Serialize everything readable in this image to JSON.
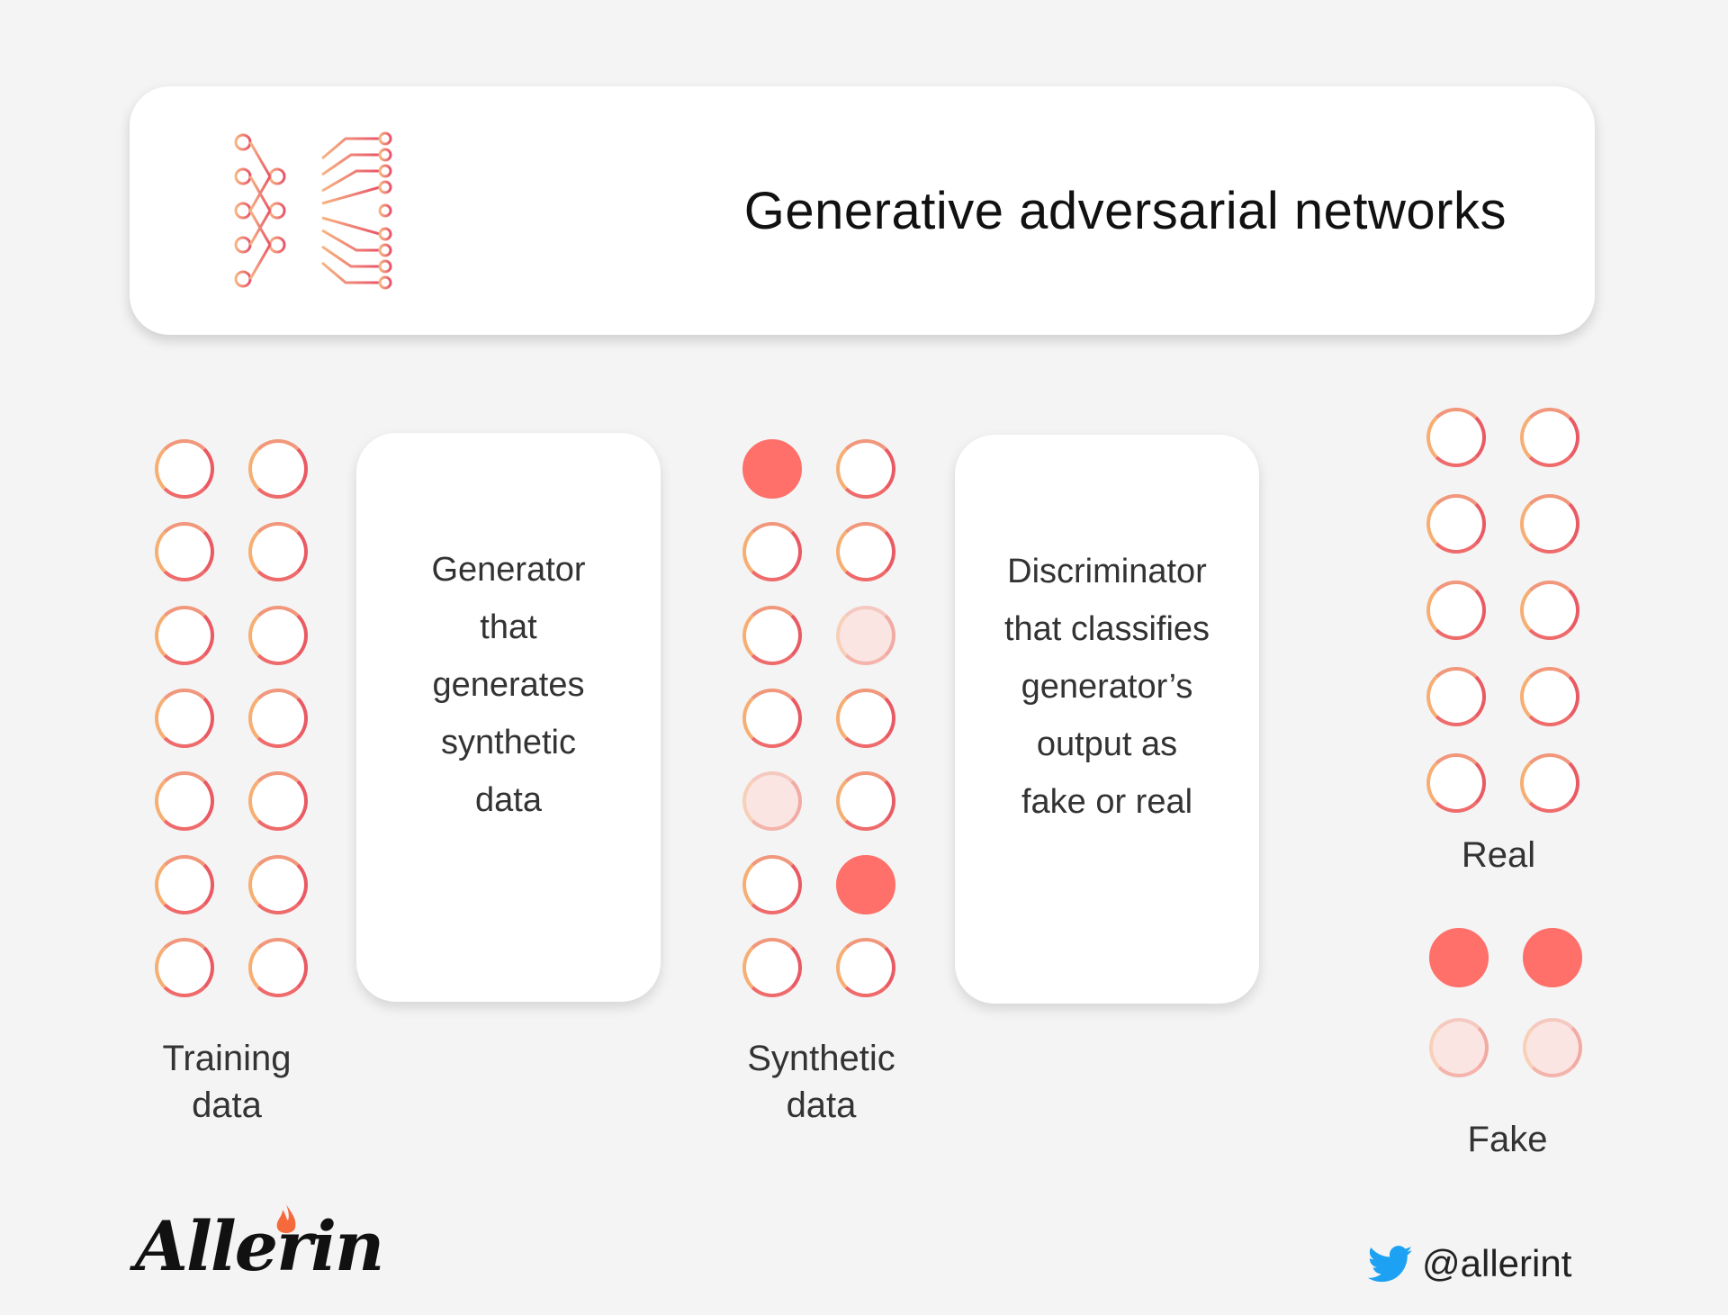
{
  "header": {
    "title": "Generative adversarial networks",
    "icon": "neural-network-circuit-icon"
  },
  "colors": {
    "accent_filled": "#fe7069",
    "accent_faded": "#fae5e2",
    "ring_orange": "#f7ae72",
    "ring_red": "#e95a63",
    "background": "#f4f4f4"
  },
  "training_data": {
    "label": "Training\ndata",
    "columns": 2,
    "cells": [
      "empty",
      "empty",
      "empty",
      "empty",
      "empty",
      "empty",
      "empty",
      "empty",
      "empty",
      "empty",
      "empty",
      "empty",
      "empty",
      "empty"
    ]
  },
  "generator": {
    "text": "Generator\nthat\ngenerates\nsynthetic\ndata"
  },
  "synthetic_data": {
    "label": "Synthetic\ndata",
    "columns": 2,
    "cells": [
      "filled",
      "empty",
      "empty",
      "empty",
      "empty",
      "faded",
      "empty",
      "empty",
      "faded",
      "empty",
      "empty",
      "filled",
      "empty",
      "empty"
    ]
  },
  "discriminator": {
    "text": "Discriminator\nthat classifies\ngenerator’s\noutput as\nfake or real"
  },
  "real": {
    "label": "Real",
    "columns": 2,
    "cells": [
      "empty",
      "empty",
      "empty",
      "empty",
      "empty",
      "empty",
      "empty",
      "empty",
      "empty",
      "empty"
    ]
  },
  "fake": {
    "label": "Fake",
    "columns": 2,
    "cells": [
      "filled",
      "filled",
      "faded",
      "faded"
    ]
  },
  "footer": {
    "brand": "Allerin",
    "brand_icon": "flame-icon",
    "social_icon": "twitter-bird-icon",
    "handle": "@allerint"
  }
}
